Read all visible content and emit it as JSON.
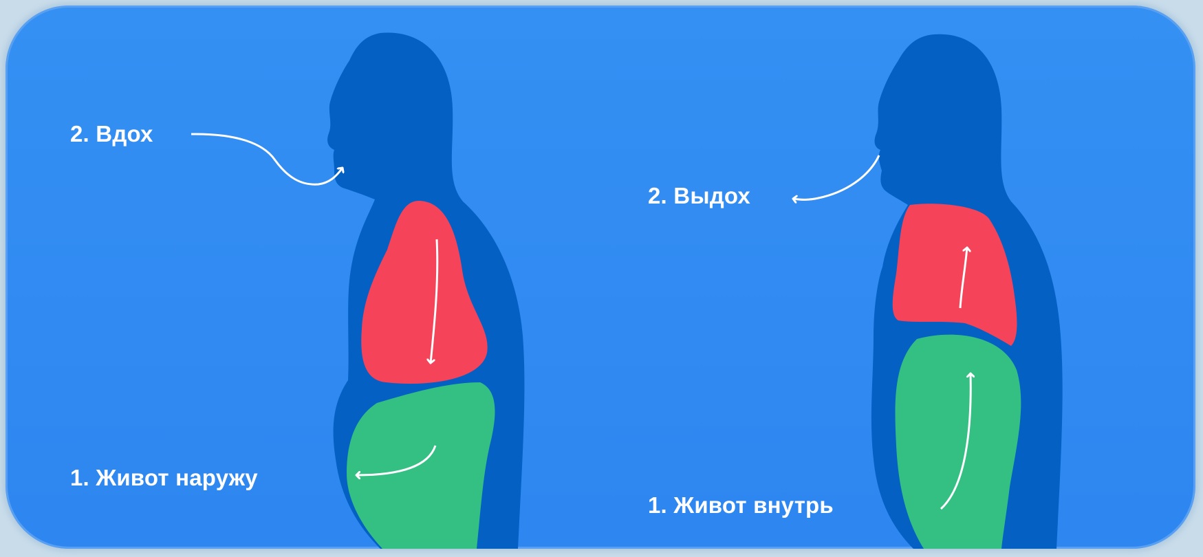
{
  "figure": {
    "left_panel": {
      "inhale_label": "2. Вдох",
      "belly_label": "1. Живот наружу"
    },
    "right_panel": {
      "exhale_label": "2. Выдох",
      "belly_label": "1. Живот внутрь"
    }
  },
  "colors": {
    "background": "#2e86f0",
    "silhouette": "#0560c4",
    "chest": "#f5445a",
    "belly": "#34bf83",
    "arrows": "#ffffff"
  },
  "icons": [
    "male-silhouette",
    "chest-area",
    "belly-area",
    "breath-arrow"
  ]
}
